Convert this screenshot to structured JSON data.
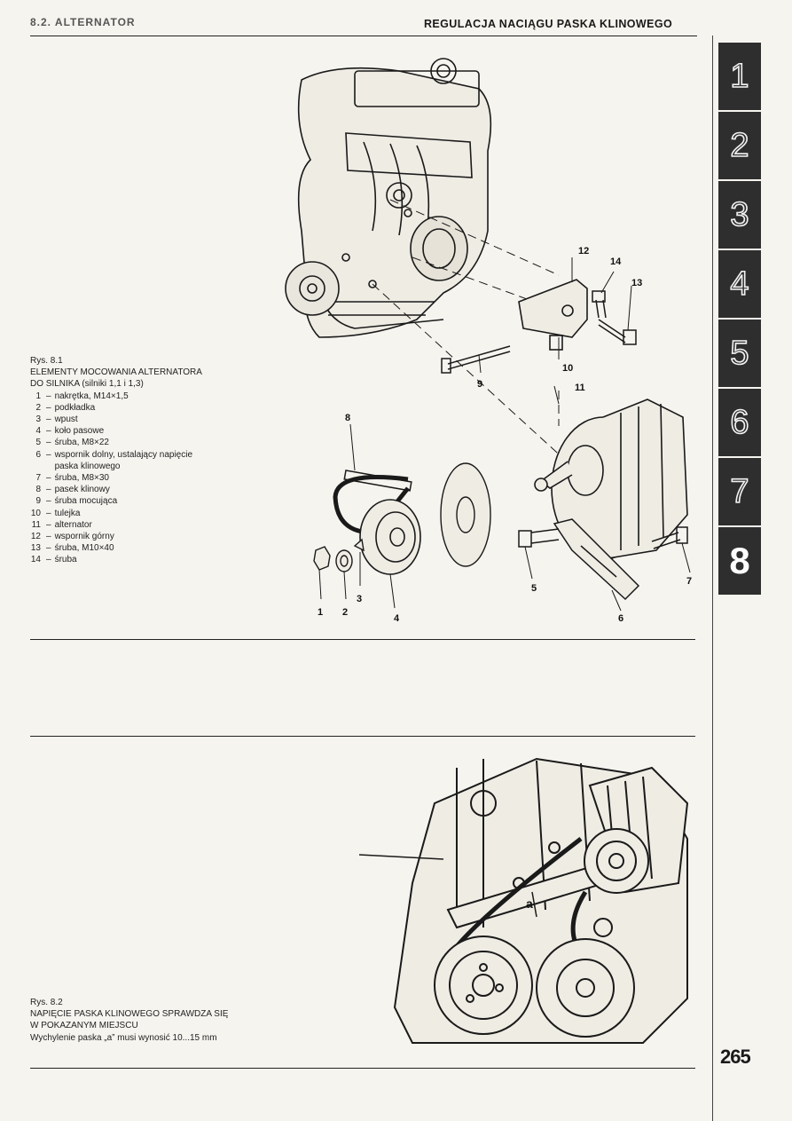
{
  "header": {
    "section": "8.2. ALTERNATOR",
    "title": "REGULACJA NACIĄGU PASKA KLINOWEGO"
  },
  "chapter_tabs": [
    "1",
    "2",
    "3",
    "4",
    "5",
    "6",
    "7",
    "8"
  ],
  "active_tab": "8",
  "page_number": "265",
  "figure1": {
    "label": "Rys. 8.1",
    "title_line1": "ELEMENTY MOCOWANIA ALTERNATORA",
    "title_line2": "DO SILNIKA (silniki 1,1 i 1,3)",
    "legend": [
      {
        "n": "1",
        "text": "nakrętka, M14×1,5"
      },
      {
        "n": "2",
        "text": "podkładka"
      },
      {
        "n": "3",
        "text": "wpust"
      },
      {
        "n": "4",
        "text": "koło pasowe"
      },
      {
        "n": "5",
        "text": "śruba, M8×22"
      },
      {
        "n": "6",
        "text": "wspornik dolny, ustalający napięcie"
      },
      {
        "n": "",
        "text": "paska klinowego"
      },
      {
        "n": "7",
        "text": "śruba, M8×30"
      },
      {
        "n": "8",
        "text": "pasek klinowy"
      },
      {
        "n": "9",
        "text": "śruba mocująca"
      },
      {
        "n": "10",
        "text": "tulejka"
      },
      {
        "n": "11",
        "text": "alternator"
      },
      {
        "n": "12",
        "text": "wspornik górny"
      },
      {
        "n": "13",
        "text": "śruba, M10×40"
      },
      {
        "n": "14",
        "text": "śruba"
      }
    ],
    "callouts": [
      "1",
      "2",
      "3",
      "4",
      "5",
      "6",
      "7",
      "8",
      "9",
      "10",
      "11",
      "12",
      "13",
      "14"
    ]
  },
  "figure2": {
    "label": "Rys. 8.2",
    "title_line1": "NAPIĘCIE PASKA KLINOWEGO SPRAWDZA SIĘ",
    "title_line2": "W POKAZANYM MIEJSCU",
    "note": "Wychylenie paska „a” musi wynosić 10...15 mm",
    "marker": "a"
  }
}
